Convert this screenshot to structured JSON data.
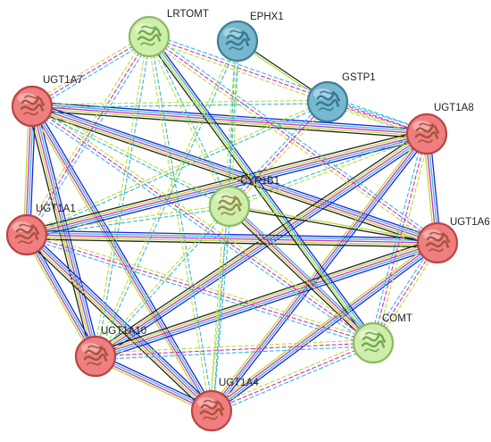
{
  "nodes": [
    {
      "id": "LRTOMT",
      "label": "LRTOMT",
      "color": "#cfeeab",
      "stroke": "#8cbb63",
      "icon_color": "#5f9c3c"
    },
    {
      "id": "EPHX1",
      "label": "EPHX1",
      "color": "#76b9cf",
      "stroke": "#3f7f96",
      "icon_color": "#2f6b82"
    },
    {
      "id": "GSTP1",
      "label": "GSTP1",
      "color": "#76b9cf",
      "stroke": "#3f7f96",
      "icon_color": "#2f6b82"
    },
    {
      "id": "UGT1A7",
      "label": "UGT1A7",
      "color": "#ef7f7f",
      "stroke": "#b84545",
      "icon_color": "#9b4a2f"
    },
    {
      "id": "UGT1A8",
      "label": "UGT1A8",
      "color": "#ef7f7f",
      "stroke": "#b84545",
      "icon_color": "#9b4a2f"
    },
    {
      "id": "CYP1B1",
      "label": "CYP1B1",
      "color": "#cfeeab",
      "stroke": "#8cbb63",
      "icon_color": "#8a7a3a"
    },
    {
      "id": "UGT1A1",
      "label": "UGT1A1",
      "color": "#ef7f7f",
      "stroke": "#b84545",
      "icon_color": "#9b4a2f"
    },
    {
      "id": "UGT1A6",
      "label": "UGT1A6",
      "color": "#ef7f7f",
      "stroke": "#b84545",
      "icon_color": "#9b4a2f"
    },
    {
      "id": "COMT",
      "label": "COMT",
      "color": "#cfeeab",
      "stroke": "#8cbb63",
      "icon_color": "#5f9c3c"
    },
    {
      "id": "UGT1A10",
      "label": "UGT1A10",
      "color": "#ef7f7f",
      "stroke": "#b84545",
      "icon_color": "#9b4a2f"
    },
    {
      "id": "UGT1A4",
      "label": "UGT1A4",
      "color": "#ef7f7f",
      "stroke": "#b84545",
      "icon_color": "#9b4a2f"
    }
  ],
  "edge_types": {
    "homology": "#1f1fd6",
    "database": "#35b8d6",
    "experimental": "#d02cc5",
    "textmining": "#b8dc35",
    "coexpression": "#222222",
    "neighborhood": "#35c46e"
  },
  "edges": [
    {
      "source": "UGT1A7",
      "target": "UGT1A8",
      "channels": [
        "homology",
        "database",
        "experimental",
        "textmining",
        "coexpression"
      ]
    },
    {
      "source": "UGT1A7",
      "target": "UGT1A1",
      "channels": [
        "homology",
        "database",
        "experimental",
        "textmining"
      ]
    },
    {
      "source": "UGT1A7",
      "target": "UGT1A6",
      "channels": [
        "homology",
        "database",
        "experimental",
        "textmining",
        "coexpression"
      ]
    },
    {
      "source": "UGT1A7",
      "target": "UGT1A10",
      "channels": [
        "homology",
        "database",
        "experimental",
        "textmining",
        "coexpression"
      ]
    },
    {
      "source": "UGT1A7",
      "target": "UGT1A4",
      "channels": [
        "homology",
        "database",
        "experimental",
        "textmining"
      ]
    },
    {
      "source": "UGT1A8",
      "target": "UGT1A1",
      "channels": [
        "homology",
        "database",
        "experimental",
        "textmining",
        "coexpression"
      ]
    },
    {
      "source": "UGT1A8",
      "target": "UGT1A6",
      "channels": [
        "homology",
        "database",
        "experimental",
        "textmining"
      ]
    },
    {
      "source": "UGT1A8",
      "target": "UGT1A10",
      "channels": [
        "homology",
        "database",
        "experimental",
        "textmining",
        "coexpression"
      ]
    },
    {
      "source": "UGT1A8",
      "target": "UGT1A4",
      "channels": [
        "homology",
        "database",
        "experimental",
        "textmining"
      ]
    },
    {
      "source": "UGT1A1",
      "target": "UGT1A6",
      "channels": [
        "homology",
        "database",
        "experimental",
        "textmining",
        "coexpression"
      ]
    },
    {
      "source": "UGT1A1",
      "target": "UGT1A10",
      "channels": [
        "homology",
        "database",
        "experimental",
        "textmining"
      ]
    },
    {
      "source": "UGT1A1",
      "target": "UGT1A4",
      "channels": [
        "homology",
        "database",
        "experimental",
        "textmining",
        "coexpression"
      ]
    },
    {
      "source": "UGT1A6",
      "target": "UGT1A10",
      "channels": [
        "homology",
        "database",
        "experimental",
        "textmining",
        "coexpression"
      ]
    },
    {
      "source": "UGT1A6",
      "target": "UGT1A4",
      "channels": [
        "homology",
        "database",
        "experimental",
        "textmining"
      ]
    },
    {
      "source": "UGT1A10",
      "target": "UGT1A4",
      "channels": [
        "homology",
        "database",
        "experimental",
        "textmining"
      ]
    },
    {
      "source": "EPHX1",
      "target": "GSTP1",
      "channels": [
        "coexpression",
        "textmining"
      ]
    },
    {
      "source": "LRTOMT",
      "target": "COMT",
      "channels": [
        "homology",
        "database",
        "textmining",
        "coexpression"
      ]
    },
    {
      "source": "CYP1B1",
      "target": "COMT",
      "channels": [
        "database",
        "experimental",
        "textmining",
        "coexpression"
      ]
    },
    {
      "source": "CYP1B1",
      "target": "UGT1A6",
      "channels": [
        "textmining",
        "coexpression"
      ]
    },
    {
      "source": "LRTOMT",
      "target": "UGT1A7",
      "dashed": true,
      "channels": [
        "database",
        "experimental",
        "textmining"
      ]
    },
    {
      "source": "LRTOMT",
      "target": "UGT1A8",
      "dashed": true,
      "channels": [
        "database",
        "experimental",
        "textmining"
      ]
    },
    {
      "source": "LRTOMT",
      "target": "UGT1A1",
      "dashed": true,
      "channels": [
        "database",
        "experimental",
        "textmining"
      ]
    },
    {
      "source": "LRTOMT",
      "target": "UGT1A6",
      "dashed": true,
      "channels": [
        "database",
        "experimental",
        "textmining"
      ]
    },
    {
      "source": "LRTOMT",
      "target": "UGT1A10",
      "dashed": true,
      "channels": [
        "database",
        "textmining"
      ]
    },
    {
      "source": "LRTOMT",
      "target": "UGT1A4",
      "dashed": true,
      "channels": [
        "database",
        "textmining"
      ]
    },
    {
      "source": "LRTOMT",
      "target": "CYP1B1",
      "dashed": true,
      "channels": [
        "database",
        "textmining"
      ]
    },
    {
      "source": "COMT",
      "target": "UGT1A7",
      "dashed": true,
      "channels": [
        "database",
        "experimental",
        "textmining"
      ]
    },
    {
      "source": "COMT",
      "target": "UGT1A8",
      "dashed": true,
      "channels": [
        "database",
        "experimental",
        "textmining"
      ]
    },
    {
      "source": "COMT",
      "target": "UGT1A1",
      "dashed": true,
      "channels": [
        "database",
        "experimental",
        "textmining"
      ]
    },
    {
      "source": "COMT",
      "target": "UGT1A6",
      "dashed": true,
      "channels": [
        "database",
        "experimental",
        "textmining"
      ]
    },
    {
      "source": "COMT",
      "target": "UGT1A10",
      "dashed": true,
      "channels": [
        "database",
        "experimental",
        "textmining"
      ]
    },
    {
      "source": "COMT",
      "target": "UGT1A4",
      "dashed": true,
      "channels": [
        "database",
        "experimental",
        "textmining"
      ]
    },
    {
      "source": "CYP1B1",
      "target": "UGT1A7",
      "dashed": true,
      "channels": [
        "database",
        "textmining"
      ]
    },
    {
      "source": "CYP1B1",
      "target": "UGT1A8",
      "dashed": true,
      "channels": [
        "database",
        "textmining"
      ]
    },
    {
      "source": "CYP1B1",
      "target": "UGT1A1",
      "dashed": true,
      "channels": [
        "database",
        "textmining"
      ]
    },
    {
      "source": "CYP1B1",
      "target": "UGT1A10",
      "dashed": true,
      "channels": [
        "database",
        "textmining"
      ]
    },
    {
      "source": "CYP1B1",
      "target": "UGT1A4",
      "dashed": true,
      "channels": [
        "database",
        "textmining"
      ]
    },
    {
      "source": "CYP1B1",
      "target": "GSTP1",
      "dashed": true,
      "channels": [
        "database",
        "experimental",
        "textmining"
      ]
    },
    {
      "source": "CYP1B1",
      "target": "EPHX1",
      "dashed": true,
      "channels": [
        "database",
        "textmining"
      ]
    },
    {
      "source": "GSTP1",
      "target": "UGT1A8",
      "dashed": true,
      "channels": [
        "database",
        "experimental",
        "textmining"
      ]
    },
    {
      "source": "GSTP1",
      "target": "UGT1A7",
      "dashed": true,
      "channels": [
        "database",
        "textmining"
      ]
    },
    {
      "source": "GSTP1",
      "target": "UGT1A1",
      "dashed": true,
      "channels": [
        "database",
        "textmining"
      ]
    },
    {
      "source": "EPHX1",
      "target": "UGT1A4",
      "dashed": true,
      "channels": [
        "database",
        "textmining"
      ]
    },
    {
      "source": "EPHX1",
      "target": "UGT1A10",
      "dashed": true,
      "channels": [
        "database",
        "textmining"
      ]
    }
  ]
}
